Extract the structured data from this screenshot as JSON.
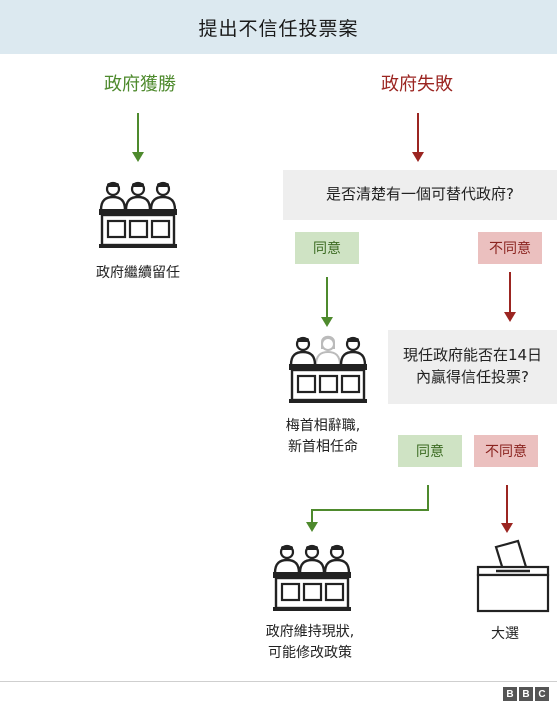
{
  "title": "提出不信任投票案",
  "left": {
    "heading": "政府獲勝",
    "caption": "政府繼續留任"
  },
  "right": {
    "heading": "政府失敗",
    "question1": "是否清楚有一個可替代政府?",
    "yes1": "同意",
    "no1": "不同意",
    "caption1_line1": "梅首相辭職,",
    "caption1_line2": "新首相任命",
    "question2_line1": "現任政府能否在14日",
    "question2_line2": "內贏得信任投票?",
    "yes2": "同意",
    "no2": "不同意",
    "caption2_line1": "政府維持現狀,",
    "caption2_line2": "可能修改政策",
    "caption3": "大選"
  },
  "colors": {
    "green": "#4e8a2d",
    "red": "#9b2521",
    "header_bg": "#dce9f0",
    "box_bg": "#eeeeee",
    "yes_bg": "#cfe3c4",
    "no_bg": "#ebc0bf"
  },
  "logo": {
    "letters": [
      "B",
      "B",
      "C"
    ]
  }
}
